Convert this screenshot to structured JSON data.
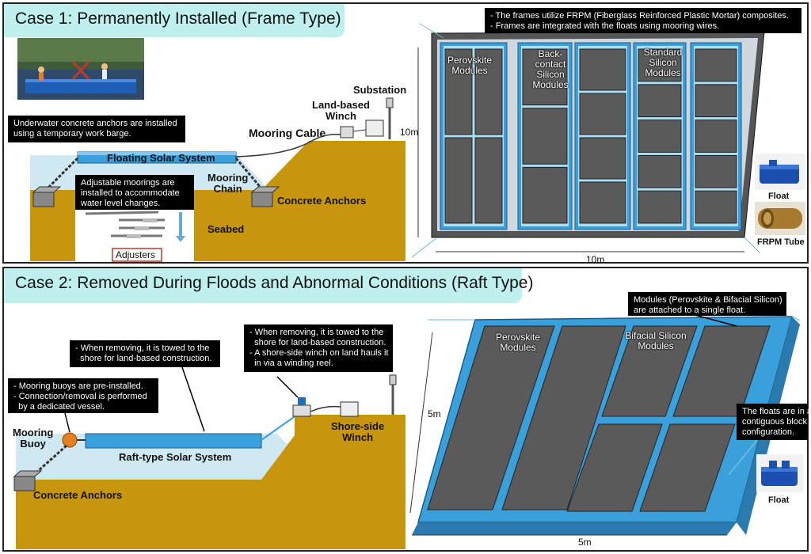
{
  "case1": {
    "title": "Case 1: Permanently Installed (Frame Type)",
    "callout_anchors": "Underwater concrete anchors are installed using a temporary work barge.",
    "callout_moorings": "Adjustable moorings are installed to accommodate water level changes.",
    "adjusters_label": "Adjusters",
    "floating_system": "Floating Solar System",
    "mooring_cable": "Mooring Cable",
    "mooring_chain": "Mooring\nChain",
    "concrete_anchors": "Concrete Anchors",
    "seabed": "Seabed",
    "land_winch": "Land-based\nWinch",
    "substation": "Substation",
    "frame_callout": "- The frames utilize FRPM (Fiberglass Reinforced Plastic Mortar) composites.\n- Frames are integrated with the floats using mooring wires.",
    "perovskite": "Perovskite\nModules",
    "back_contact": "Back-\ncontact\nSilicon\nModules",
    "standard_silicon": "Standard\nSilicon\nModules",
    "dim_side": "10m",
    "dim_bottom": "10m",
    "float_label": "Float",
    "frpm_label": "FRPM Tube"
  },
  "case2": {
    "title": "Case 2: Removed During Floods and Abnormal Conditions (Raft Type)",
    "callout_buoys": "- Mooring buoys are pre-installed.\n- Connection/removal is performed\n  by a dedicated vessel.",
    "callout_towed": "- When removing, it is towed to the\n  shore for land-based construction.",
    "callout_winch": "- When removing, it is towed to the\n  shore for land-based construction.\n- A shore-side winch on land hauls it\n  in via a winding reel.",
    "mooring_buoy": "Mooring\nBuoy",
    "raft_system": "Raft-type Solar System",
    "concrete_anchors": "Concrete Anchors",
    "shore_winch": "Shore-side\nWinch",
    "modules_callout": "Modules (Perovskite & Bifacial Silicon)\nare attached to a single float.",
    "perovskite": "Perovskite\nModules",
    "bifacial": "Bifacial Silicon\nModules",
    "floats_callout": "The floats are in a\ncontiguous block\nconfiguration.",
    "dim_side": "5m",
    "dim_bottom": "5m",
    "float_label": "Float"
  },
  "colors": {
    "water": "#cfe8f2",
    "land": "#c8960c",
    "float_blue": "#3aa0dc",
    "frame_gray": "#555555",
    "module_gray": "#5a5a5a",
    "title_bg": "#bff0ee"
  }
}
